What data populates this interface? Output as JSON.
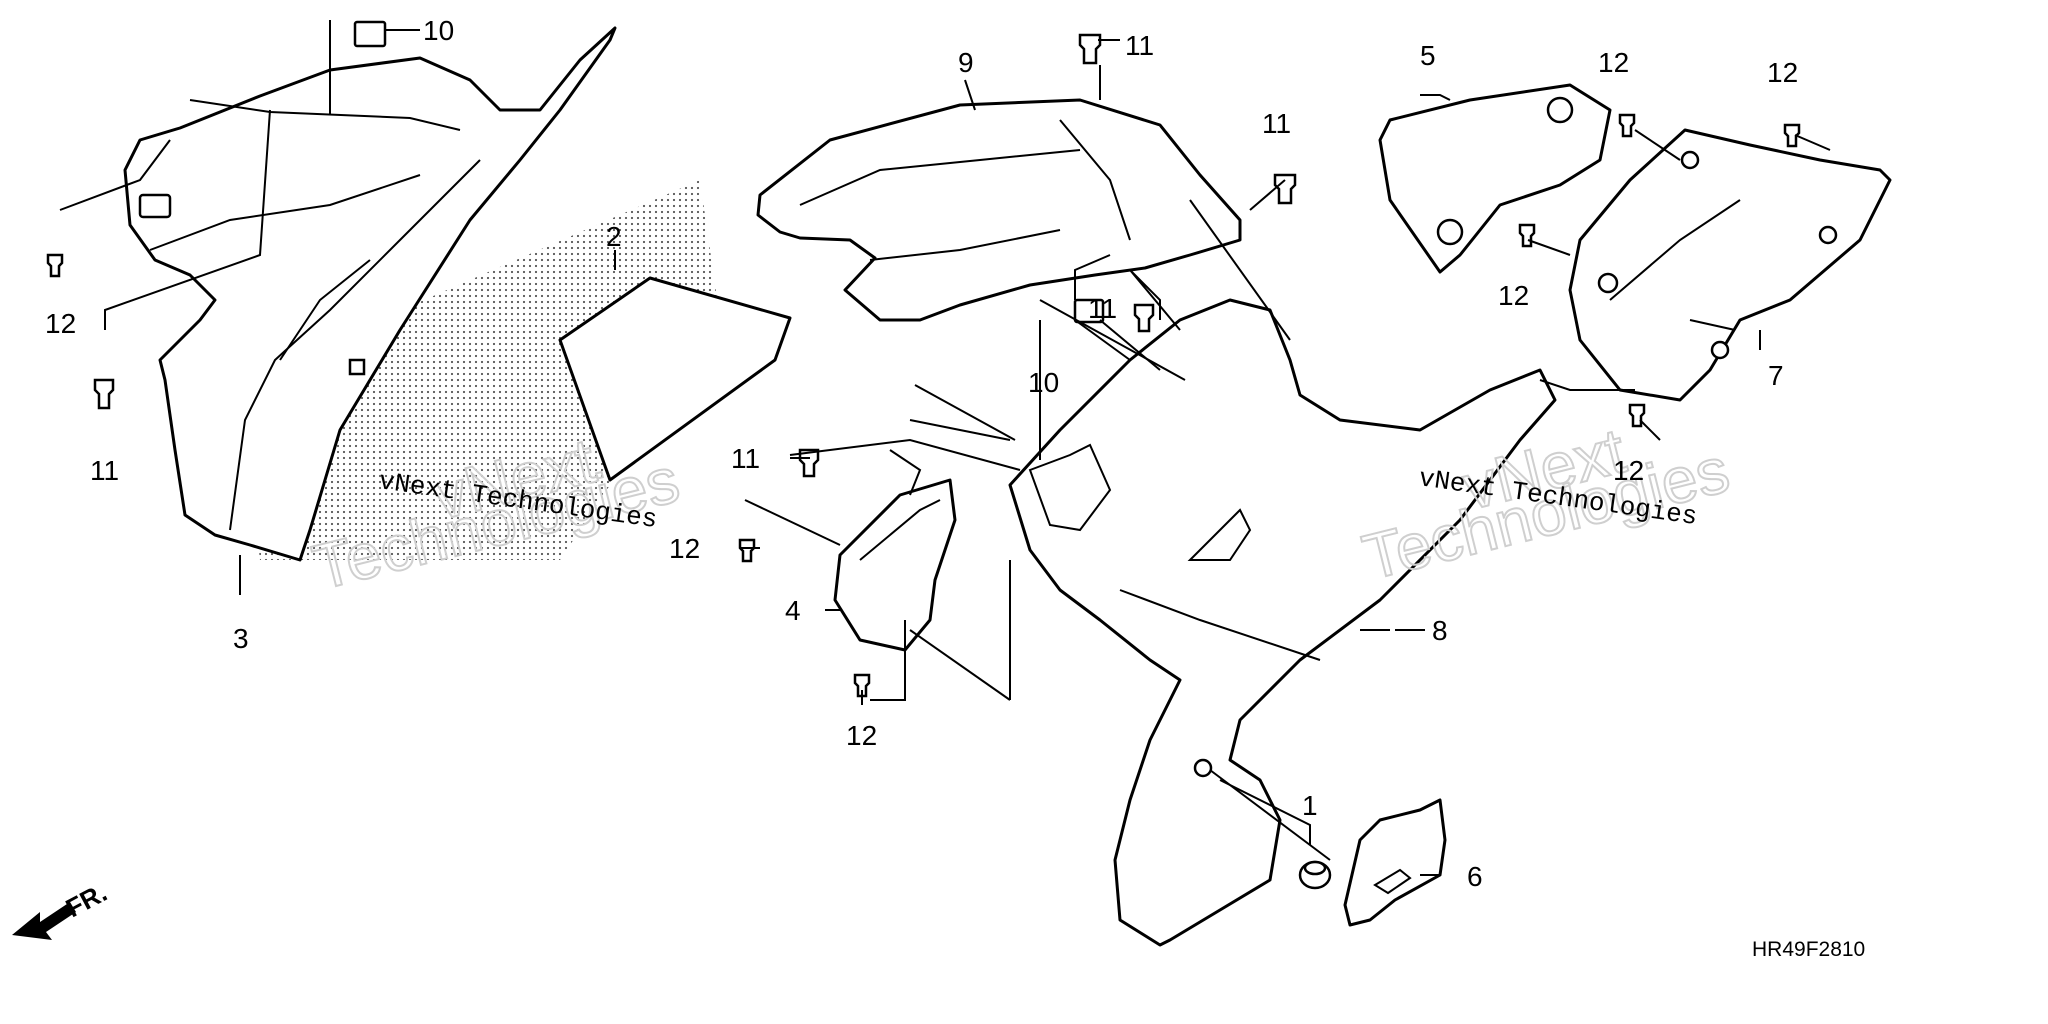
{
  "callouts": {
    "c1": "1",
    "c2": "2",
    "c3": "3",
    "c4": "4",
    "c5": "5",
    "c6": "6",
    "c7": "7",
    "c8": "8",
    "c9": "9",
    "c10a": "10",
    "c10b": "10",
    "c11a": "11",
    "c11b": "11",
    "c11c": "11",
    "c11d": "11",
    "c11e": "11",
    "c12a": "12",
    "c12b": "12",
    "c12c": "12",
    "c12d": "12",
    "c12e": "12",
    "c12f": "12",
    "c12g": "12"
  },
  "front_indicator": "FR.",
  "diagram_code": "HR49F2810",
  "watermark": {
    "small": "vNext Technologies",
    "big_line1": "vNext",
    "big_line2": "Technologies"
  }
}
